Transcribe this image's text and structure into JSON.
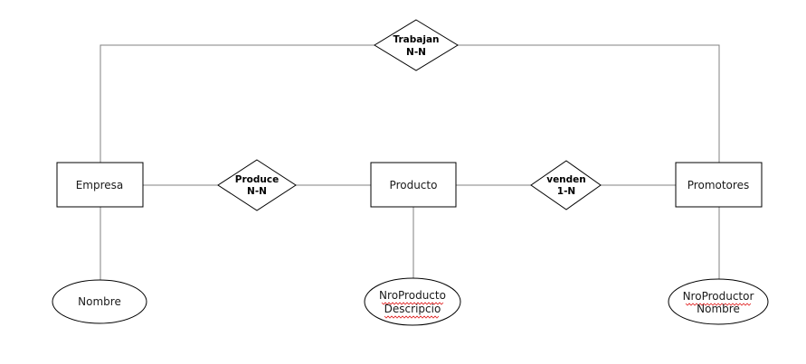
{
  "entities": {
    "empresa": "Empresa",
    "producto": "Producto",
    "promotores": "Promotores"
  },
  "relationships": {
    "trabajan": {
      "name": "Trabajan",
      "cardinality": "N-N"
    },
    "produce": {
      "name": "Produce",
      "cardinality": "N-N"
    },
    "venden": {
      "name": "venden",
      "cardinality": "1-N"
    }
  },
  "attributes": {
    "empresa": [
      "Nombre"
    ],
    "producto": [
      "NroProducto",
      "Descripcio"
    ],
    "promotores": [
      "NroProductor",
      "Nombre"
    ]
  },
  "colors": {
    "line": "#808080",
    "outline": "#000000",
    "spellcheck": "#e02020"
  }
}
